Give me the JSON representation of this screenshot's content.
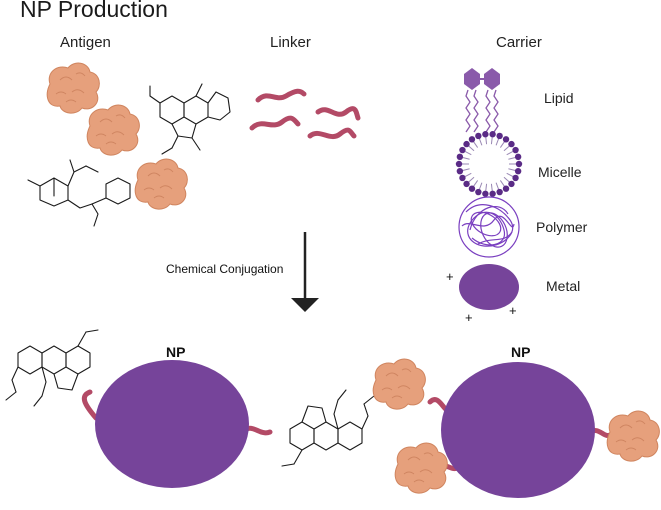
{
  "title": "NP Production",
  "headers": {
    "antigen": "Antigen",
    "linker": "Linker",
    "carrier": "Carrier"
  },
  "carriers": {
    "lipid": "Lipid",
    "micelle": "Micelle",
    "polymer": "Polymer",
    "metal": "Metal"
  },
  "arrow_label": "Chemical Conjugation",
  "np_labels": {
    "left": "NP",
    "right": "NP"
  },
  "colors": {
    "np_purple": "#76449a",
    "linker": "#b34a66",
    "antigen": "#e6a07c",
    "micelle": "#5a2b86",
    "polymer": "#7a3fc0"
  }
}
